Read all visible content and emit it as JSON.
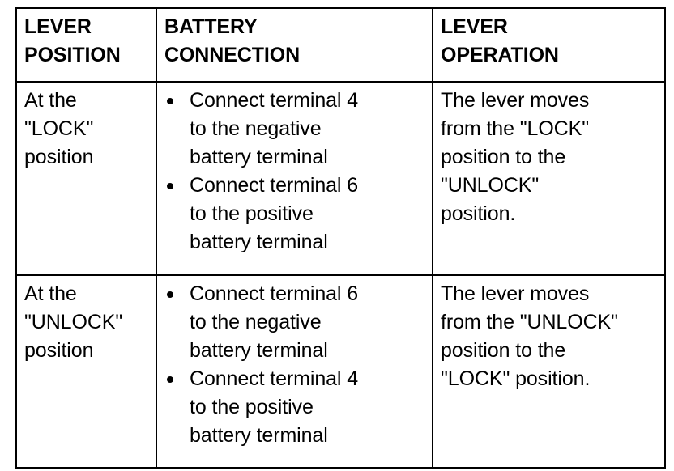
{
  "table": {
    "headers": [
      {
        "line1": "LEVER",
        "line2": "POSITION"
      },
      {
        "line1": "BATTERY",
        "line2": "CONNECTION"
      },
      {
        "line1": "LEVER",
        "line2": "OPERATION"
      }
    ],
    "rows": [
      {
        "lever_position": {
          "line1": "At the",
          "line2": "\"LOCK\"",
          "line3": "position"
        },
        "battery_connection": {
          "bullets": [
            {
              "line1": "Connect terminal 4",
              "line2": "to the negative",
              "line3": "battery terminal"
            },
            {
              "line1": "Connect terminal 6",
              "line2": "to the positive",
              "line3": "battery terminal"
            }
          ]
        },
        "lever_operation": {
          "line1": "The lever moves",
          "line2": "from the \"LOCK\"",
          "line3": "position to the",
          "line4": "\"UNLOCK\"",
          "line5": "position."
        }
      },
      {
        "lever_position": {
          "line1": "At the",
          "line2": "\"UNLOCK\"",
          "line3": "position"
        },
        "battery_connection": {
          "bullets": [
            {
              "line1": "Connect terminal 6",
              "line2": "to the negative",
              "line3": "battery terminal"
            },
            {
              "line1": "Connect terminal 4",
              "line2": "to the positive",
              "line3": "battery terminal"
            }
          ]
        },
        "lever_operation": {
          "line1": "The lever moves",
          "line2": "from the \"UNLOCK\"",
          "line3": "position to the",
          "line4": "\"LOCK\" position.",
          "line5": ""
        }
      }
    ]
  },
  "colors": {
    "border": "#000000",
    "text": "#000000",
    "background": "#ffffff"
  }
}
